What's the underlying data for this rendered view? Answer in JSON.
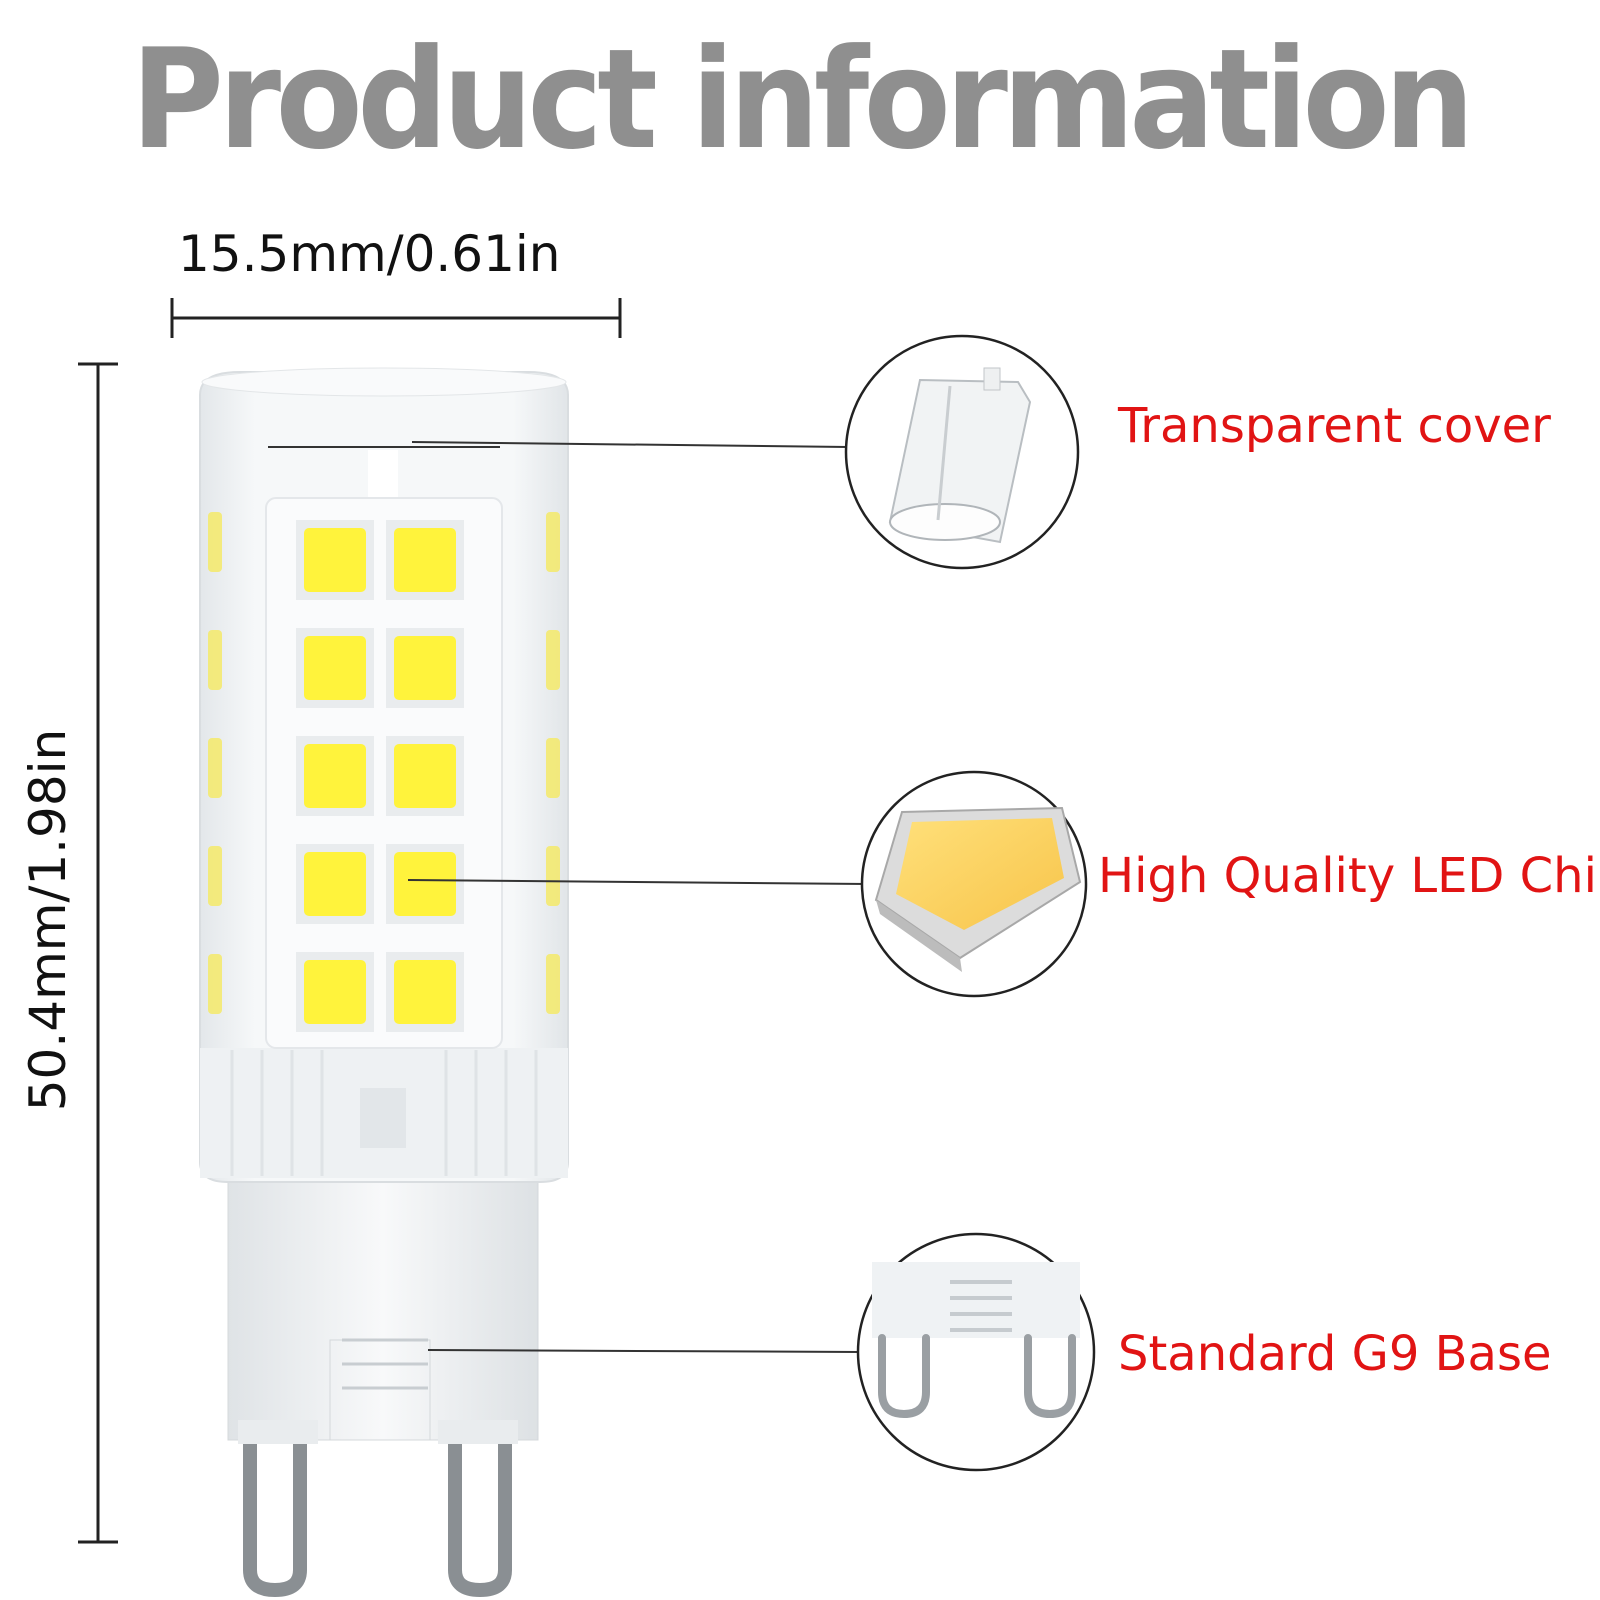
{
  "title": "Product information",
  "dimensions": {
    "width_label": "15.5mm/0.61in",
    "height_label": "50.4mm/1.98in"
  },
  "callouts": [
    {
      "label": "Transparent cover"
    },
    {
      "label": "High Quality LED Chip"
    },
    {
      "label": "Standard G9 Base"
    }
  ],
  "colors": {
    "title": "#8f8f8f",
    "callout_text": "#e11414",
    "led": "#fff23a",
    "cover": "#f1f3f4"
  }
}
